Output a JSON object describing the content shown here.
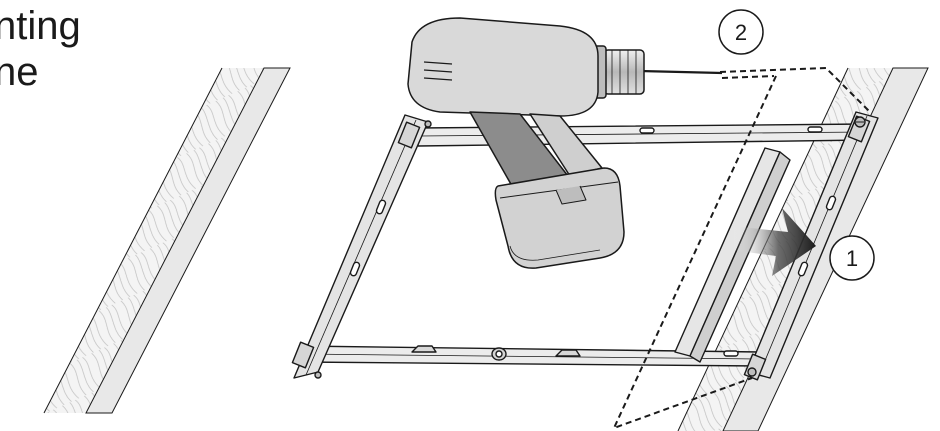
{
  "heading": {
    "line1": "nting",
    "line2": "ne"
  },
  "callouts": [
    {
      "label": "2"
    },
    {
      "label": "1"
    }
  ],
  "icons": [
    "drill-icon",
    "mounting-bracket-icon",
    "wall-stud-icon",
    "arrow-right-icon"
  ],
  "colors": {
    "line": "#1a1a1a",
    "drill_body": "#d9d9d9",
    "drill_grip": "#8c8c8c",
    "wood": "#f4f4f4",
    "panel": "#e6e6e6",
    "arrow": "#1c1c1c"
  }
}
